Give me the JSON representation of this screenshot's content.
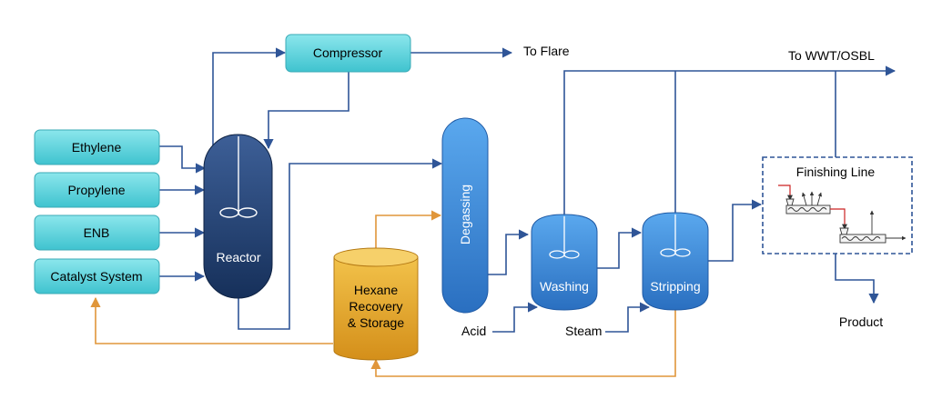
{
  "feeds": {
    "ethylene": "Ethylene",
    "propylene": "Propylene",
    "enb": "ENB",
    "catalyst": "Catalyst System"
  },
  "units": {
    "compressor": "Compressor",
    "reactor": "Reactor",
    "degassing": "Degassing",
    "washing": "Washing",
    "stripping": "Stripping",
    "hexane_line1": "Hexane",
    "hexane_line2": "Recovery",
    "hexane_line3": "& Storage",
    "finishing": "Finishing Line"
  },
  "streams": {
    "to_flare": "To Flare",
    "to_wwt": "To WWT/OSBL",
    "acid": "Acid",
    "steam": "Steam",
    "product": "Product"
  },
  "colors": {
    "process_line": "#2f5597",
    "recycle_line": "#e0963a",
    "feed_box": "#5fd3dc",
    "reactor": "#1f3a68",
    "vessel_blue": "#3b86d6",
    "hexane_tank": "#e3a526",
    "finishing_border": "#2f5597",
    "finishing_accent": "#cc2222"
  }
}
